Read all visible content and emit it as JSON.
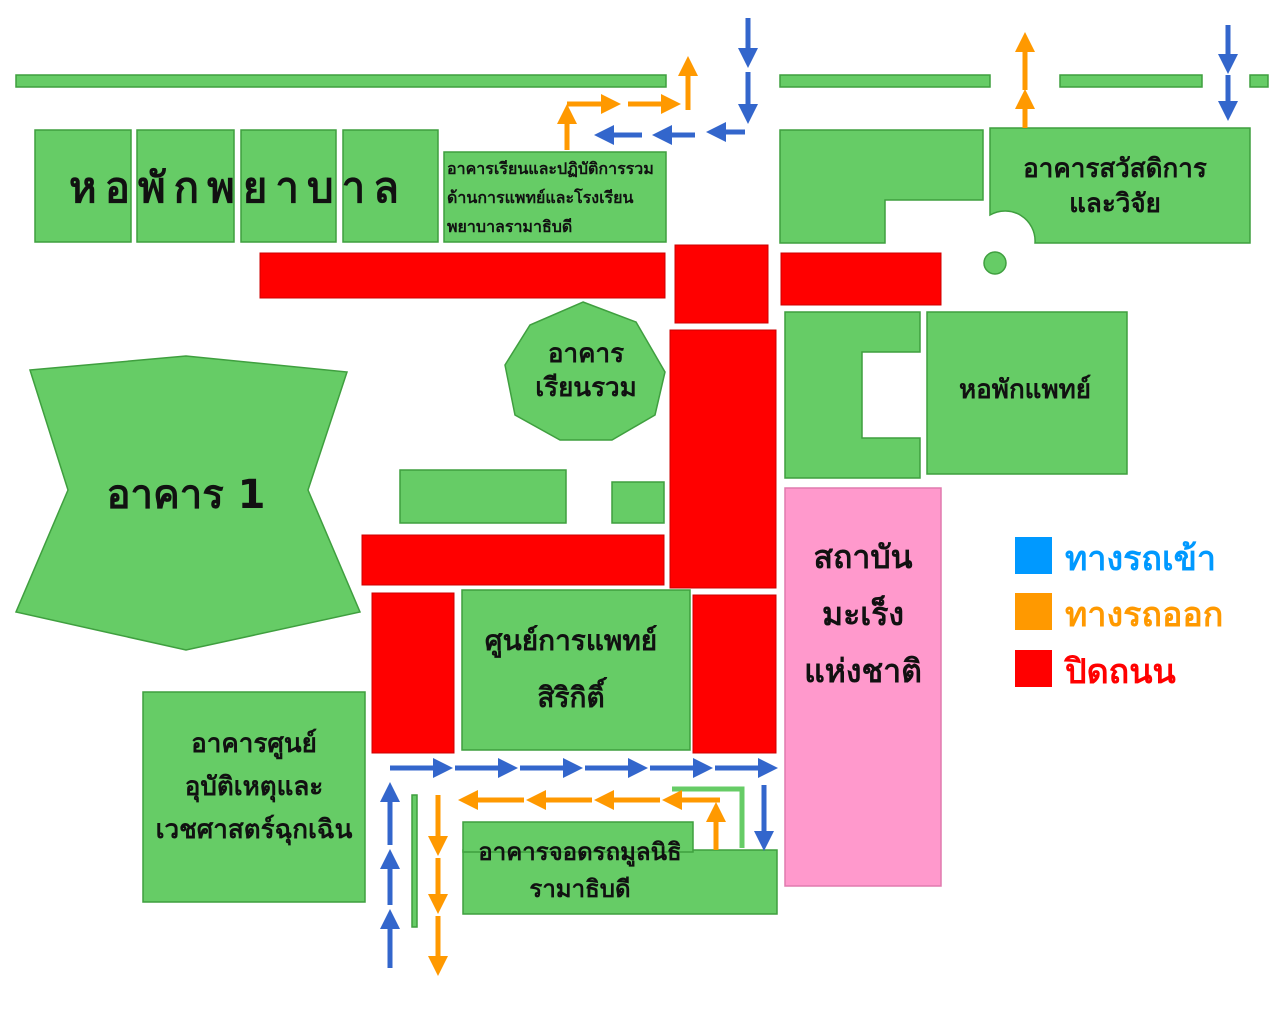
{
  "buildings": {
    "nurse_dorm": "หอพักพยาบาล",
    "teaching_building_line1": "อาคารเรียนและปฏิบัติการรวม",
    "teaching_building_line2": "ด้านการแพทย์และโรงเรียน",
    "teaching_building_line3": "พยาบาลรามาธิบดี",
    "welfare_line1": "อาคารสวัสดิการ",
    "welfare_line2": "และวิจัย",
    "lecture_line1": "อาคาร",
    "lecture_line2": "เรียนรวม",
    "doctor_dorm": "หอพักแพทย์",
    "building_1": "อาคาร 1",
    "sirikit_line1": "ศูนย์การแพทย์",
    "sirikit_line2": "สิริกิติ์",
    "cancer_line1": "สถาบัน",
    "cancer_line2": "มะเร็ง",
    "cancer_line3": "แห่งชาติ",
    "emergency_line1": "อาคารศูนย์",
    "emergency_line2": "อุบัติเหตุและ",
    "emergency_line3": "เวชศาสตร์ฉุกเฉิน",
    "parking_line1": "อาคารจอดรถมูลนิธิ",
    "parking_line2": "รามาธิบดี"
  },
  "legend": {
    "entry": {
      "label": "ทางรถเข้า",
      "color": "#0099ff"
    },
    "exit": {
      "label": "ทางรถออก",
      "color": "#ff9900"
    },
    "closed": {
      "label": "ปิดถนน",
      "color": "#ff0000"
    }
  },
  "colors": {
    "building": "#66cc66",
    "institute": "#ff99cc",
    "road_closed": "#ff0000",
    "entry_arrow": "#3366cc",
    "exit_arrow": "#ff9900"
  }
}
